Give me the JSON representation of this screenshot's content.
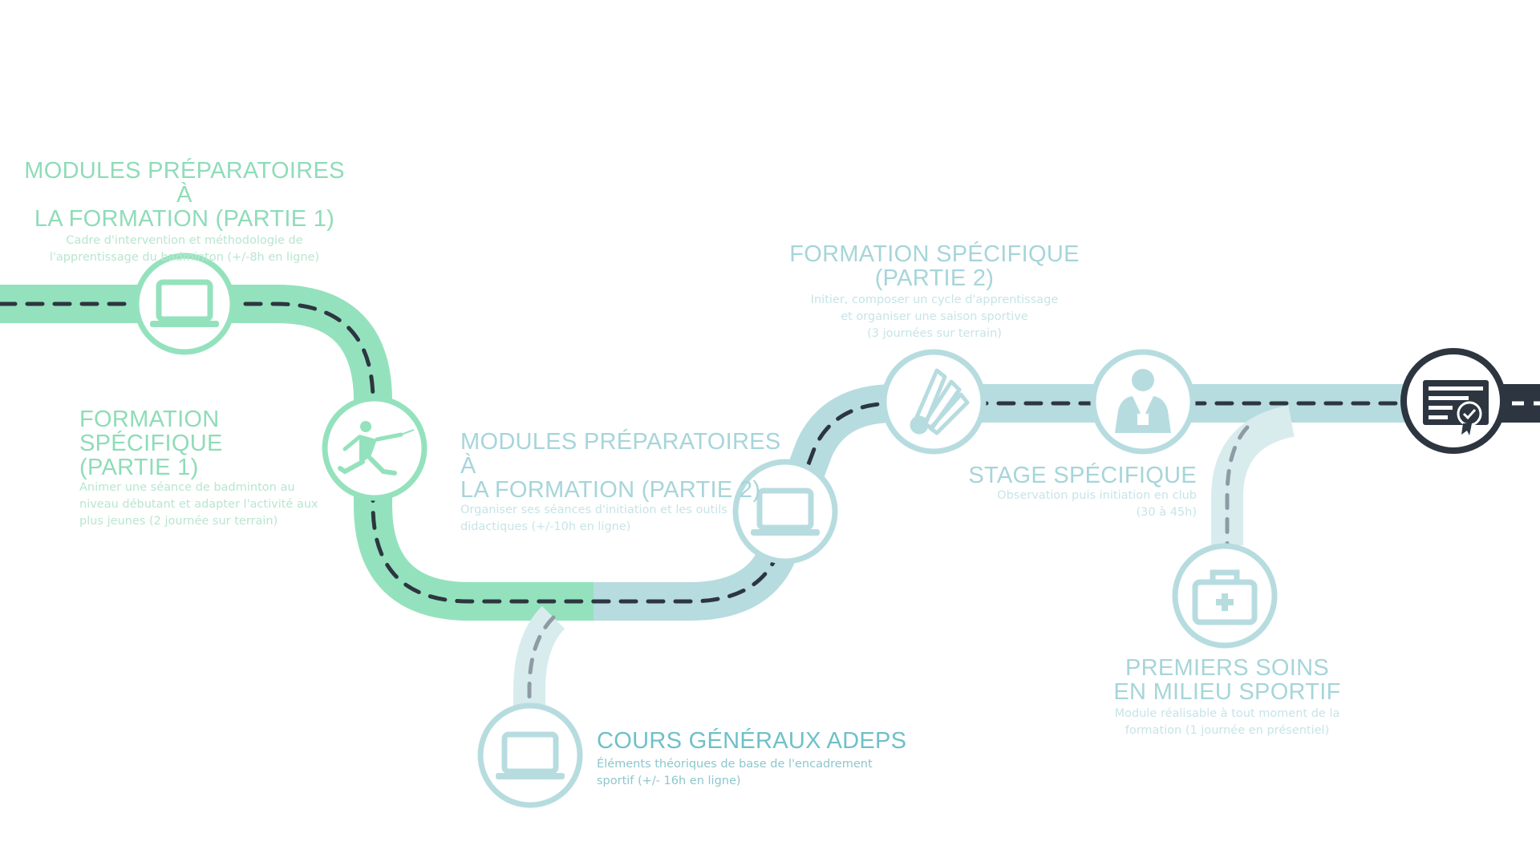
{
  "colors": {
    "green": "#94e2bd",
    "teal": "#b7dcdf",
    "light_teal": "#d8ecee",
    "dark": "#2d3640",
    "dash": "#2d3640",
    "grey_dash": "#8f9ba3",
    "title_green": "#8fdcb8",
    "title_teal": "#a6d5da"
  },
  "steps": [
    {
      "id": "modules-prep-1",
      "icon": "laptop-icon",
      "title": "MODULES PRÉPARATOIRES À\nLA FORMATION (PARTIE 1)",
      "description": "Cadre d'intervention et méthodologie de\nl'apprentissage du badminton (+/-8h en ligne)"
    },
    {
      "id": "formation-specifique-1",
      "icon": "badminton-player-icon",
      "title": "FORMATION\nSPÉCIFIQUE (PARTIE 1)",
      "description": "Animer une séance de badminton au\nniveau débutant et adapter l'activité aux\nplus jeunes (2 journée sur terrain)"
    },
    {
      "id": "modules-prep-2",
      "icon": "laptop-icon",
      "title": "MODULES PRÉPARATOIRES À\nLA FORMATION (PARTIE 2)",
      "description": "Organiser ses séances d'initiation et les outils\ndidactiques (+/-10h en ligne)"
    },
    {
      "id": "cours-generaux",
      "icon": "laptop-icon",
      "title": "COURS GÉNÉRAUX ADEPS",
      "description": "Éléments théoriques de base de l'encadrement\nsportif (+/- 16h en ligne)"
    },
    {
      "id": "formation-specifique-2",
      "icon": "shuttlecock-icon",
      "title": "FORMATION SPÉCIFIQUE\n(PARTIE 2)",
      "description": "Initier, composer un cycle d'apprentissage\net organiser une saison sportive\n(3 journées sur terrain)"
    },
    {
      "id": "stage-specifique",
      "icon": "coach-icon",
      "title": "STAGE SPÉCIFIQUE",
      "description": "Observation puis initiation en club\n(30 à 45h)"
    },
    {
      "id": "premiers-soins",
      "icon": "first-aid-kit-icon",
      "title": "PREMIERS SOINS\nEN MILIEU SPORTIF",
      "description": "Module réalisable à tout moment de la\nformation (1 journée en présentiel)"
    },
    {
      "id": "certificat",
      "icon": "certificate-icon",
      "title": "",
      "description": ""
    }
  ]
}
